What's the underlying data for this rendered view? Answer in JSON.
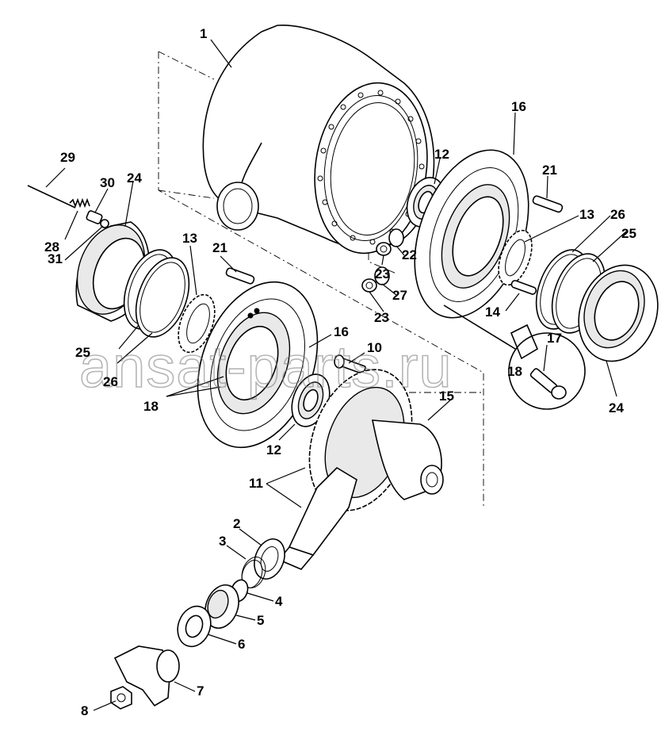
{
  "watermark": "ansat-parts.ru",
  "callouts": [
    "1",
    "2",
    "3",
    "4",
    "5",
    "6",
    "7",
    "8",
    "10",
    "11",
    "12",
    "12",
    "13",
    "13",
    "14",
    "15",
    "16",
    "16",
    "17",
    "18",
    "18",
    "21",
    "21",
    "22",
    "23",
    "23",
    "24",
    "24",
    "25",
    "25",
    "26",
    "26",
    "27",
    "28",
    "29",
    "30",
    "31"
  ]
}
